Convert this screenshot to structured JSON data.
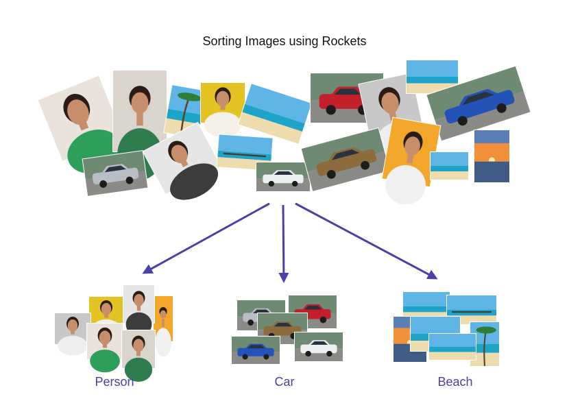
{
  "title": "Sorting Images using Rockets",
  "categories": [
    {
      "label": "Person"
    },
    {
      "label": "Car"
    },
    {
      "label": "Beach"
    }
  ],
  "colors": {
    "arrow": "#4b3fa8",
    "label": "#4b3fa8",
    "title": "#111111",
    "person_bg": "#e9e3dc",
    "person_shirt": "#2e9e5b",
    "skin": "#c68e6a",
    "hair": "#2b1d16",
    "car_red": "#c3202b",
    "car_blue": "#2453b7",
    "car_white": "#eceff2",
    "car_silver": "#b9bec6",
    "car_gold": "#8c6c3d",
    "sky": "#5fb6e6",
    "sea": "#1ea3c9",
    "sand": "#eedcae",
    "sunset": "#f0913a"
  },
  "photos": {
    "source": [
      {
        "kind": "person",
        "variant": "a"
      },
      {
        "kind": "person",
        "variant": "b"
      },
      {
        "kind": "beach",
        "variant": "palm"
      },
      {
        "kind": "person",
        "variant": "c"
      },
      {
        "kind": "beach",
        "variant": "a"
      },
      {
        "kind": "car",
        "variant": "red"
      },
      {
        "kind": "person",
        "variant": "d"
      },
      {
        "kind": "beach",
        "variant": "b"
      },
      {
        "kind": "car",
        "variant": "blue"
      },
      {
        "kind": "car",
        "variant": "silver"
      },
      {
        "kind": "person",
        "variant": "e"
      },
      {
        "kind": "beach",
        "variant": "pier"
      },
      {
        "kind": "car",
        "variant": "white"
      },
      {
        "kind": "car",
        "variant": "gold"
      },
      {
        "kind": "person",
        "variant": "f"
      },
      {
        "kind": "beach",
        "variant": "c"
      },
      {
        "kind": "beach",
        "variant": "sunset"
      }
    ],
    "person_group": [
      {
        "kind": "person",
        "variant": "c"
      },
      {
        "kind": "person",
        "variant": "f"
      },
      {
        "kind": "person",
        "variant": "e"
      },
      {
        "kind": "person",
        "variant": "d"
      },
      {
        "kind": "person",
        "variant": "a"
      },
      {
        "kind": "person",
        "variant": "b"
      }
    ],
    "car_group": [
      {
        "kind": "car",
        "variant": "silver"
      },
      {
        "kind": "car",
        "variant": "red"
      },
      {
        "kind": "car",
        "variant": "gold"
      },
      {
        "kind": "car",
        "variant": "blue"
      },
      {
        "kind": "car",
        "variant": "white"
      }
    ],
    "beach_group": [
      {
        "kind": "beach",
        "variant": "a"
      },
      {
        "kind": "beach",
        "variant": "pier"
      },
      {
        "kind": "beach",
        "variant": "sunset"
      },
      {
        "kind": "beach",
        "variant": "b"
      },
      {
        "kind": "beach",
        "variant": "palm"
      },
      {
        "kind": "beach",
        "variant": "c"
      }
    ]
  }
}
